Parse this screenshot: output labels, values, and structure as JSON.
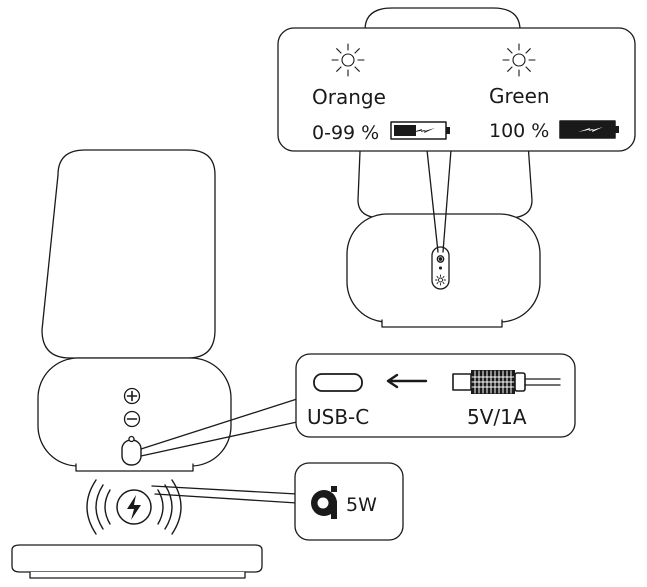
{
  "charge_status": {
    "orange": {
      "color_name": "Orange",
      "range": "0-99 %"
    },
    "green": {
      "color_name": "Green",
      "range": "100 %"
    }
  },
  "usb_port": {
    "port_label": "USB-C",
    "adapter_spec": "5V/1A"
  },
  "wireless": {
    "power_label": "5W",
    "standard_icon": "qi-icon"
  },
  "lamp_buttons": [
    "plus-button",
    "minus-button"
  ]
}
